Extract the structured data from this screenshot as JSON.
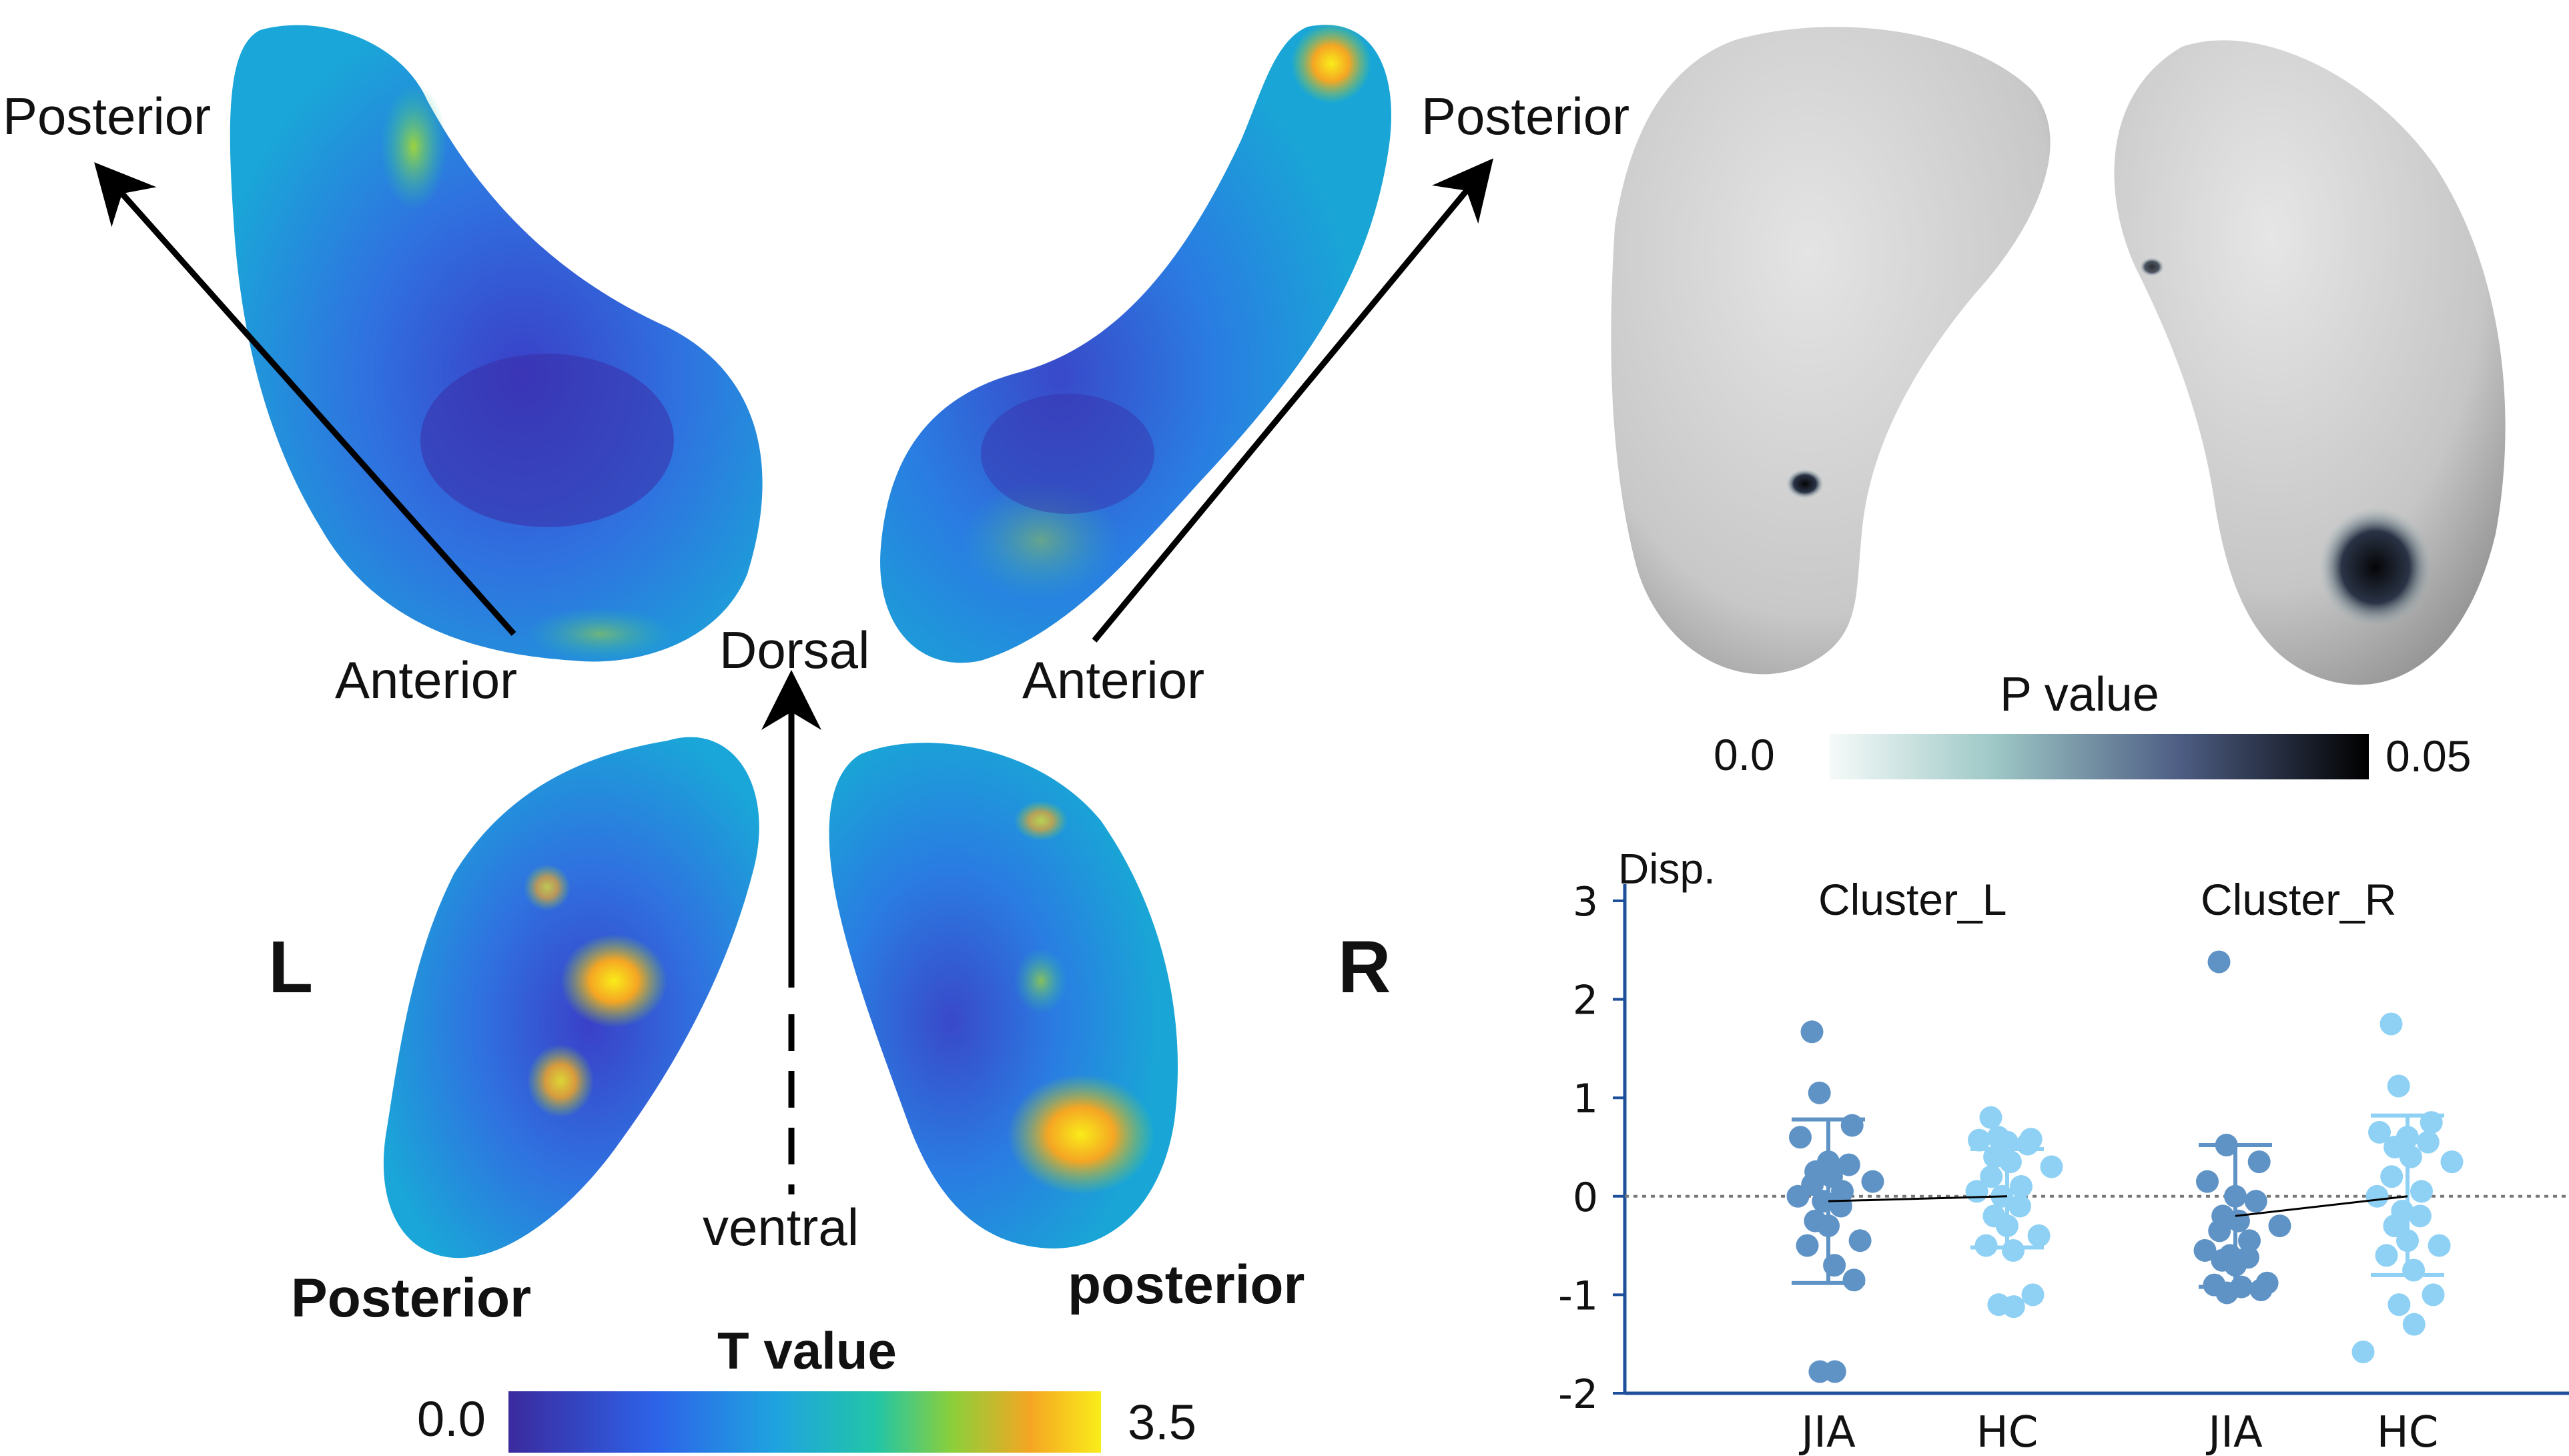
{
  "figure": {
    "left_panel": {
      "labels": {
        "posterior_tl": "Posterior",
        "posterior_tr": "Posterior",
        "anterior_l": "Anterior",
        "anterior_r": "Anterior",
        "dorsal": "Dorsal",
        "ventral": "ventral",
        "side_l": "L",
        "side_r": "R",
        "posterior_bl": "Posterior",
        "posterior_br": "posterior"
      },
      "t_colorbar": {
        "title": "T value",
        "min_label": "0.0",
        "max_label": "3.5",
        "min": 0.0,
        "max": 3.5,
        "colors": [
          "#3b2a9e",
          "#2d63e8",
          "#1fa3e0",
          "#22c5a7",
          "#8ccf3a",
          "#f5a623",
          "#f9ec1a"
        ]
      }
    },
    "p_panel": {
      "colorbar": {
        "title": "P value",
        "min_label": "0.0",
        "max_label": "0.05",
        "min": 0.0,
        "max": 0.05,
        "colors": [
          "#f5faf9",
          "#9fc9c7",
          "#4d5d83",
          "#000000"
        ]
      }
    }
  },
  "chart_data": {
    "type": "scatter",
    "title": "",
    "ylabel": "Disp.",
    "ylim": [
      -2,
      3
    ],
    "yticks": [
      "3",
      "2",
      "1",
      "0",
      "-1",
      "-2"
    ],
    "cluster_titles": [
      "Cluster_L",
      "Cluster_R"
    ],
    "groups": [
      {
        "cluster": "Cluster_L",
        "label": "JIA",
        "color": "#5f93c6",
        "mean": -0.05,
        "sd_upper": 0.78,
        "sd_lower": -0.88,
        "values": [
          1.67,
          1.05,
          0.72,
          0.6,
          0.35,
          0.32,
          0.25,
          0.2,
          0.15,
          0.12,
          0.05,
          0.0,
          -0.05,
          -0.1,
          -0.25,
          -0.3,
          -0.45,
          -0.5,
          -0.7,
          -0.85,
          -1.78,
          -1.78
        ]
      },
      {
        "cluster": "Cluster_L",
        "label": "HC",
        "color": "#8ed1f5",
        "mean": 0.0,
        "sd_upper": 0.48,
        "sd_lower": -0.52,
        "values": [
          0.8,
          0.6,
          0.58,
          0.57,
          0.55,
          0.53,
          0.4,
          0.35,
          0.3,
          0.2,
          0.1,
          0.05,
          0.0,
          -0.1,
          -0.2,
          -0.3,
          -0.4,
          -0.5,
          -0.55,
          -1.0,
          -1.1,
          -1.12
        ]
      },
      {
        "cluster": "Cluster_R",
        "label": "JIA",
        "color": "#5f93c6",
        "mean": -0.2,
        "sd_upper": 0.52,
        "sd_lower": -0.92,
        "values": [
          2.38,
          0.52,
          0.35,
          0.15,
          0.0,
          -0.05,
          -0.2,
          -0.25,
          -0.3,
          -0.35,
          -0.45,
          -0.55,
          -0.6,
          -0.62,
          -0.65,
          -0.7,
          -0.88,
          -0.9,
          -0.92,
          -0.95,
          -0.98
        ]
      },
      {
        "cluster": "Cluster_R",
        "label": "HC",
        "color": "#8ed1f5",
        "mean": 0.0,
        "sd_upper": 0.82,
        "sd_lower": -0.8,
        "values": [
          1.75,
          1.12,
          0.75,
          0.65,
          0.6,
          0.55,
          0.5,
          0.4,
          0.35,
          0.2,
          0.05,
          0.0,
          -0.15,
          -0.2,
          -0.3,
          -0.45,
          -0.5,
          -0.6,
          -0.75,
          -1.0,
          -1.1,
          -1.3,
          -1.58
        ]
      }
    ],
    "reference_line": 0
  }
}
